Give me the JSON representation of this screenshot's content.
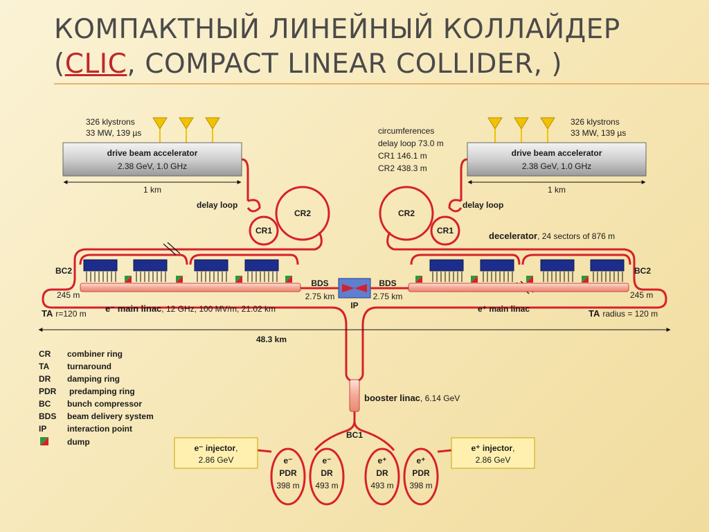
{
  "title": {
    "line1": "КОМПАКТНЫЙ ЛИНЕЙНЫЙ КОЛЛАЙДЕР",
    "line2_open": "(",
    "line2_accent": "CLIC",
    "line2_rest": ", COMPACT LINEAR COLLIDER, )"
  },
  "colors": {
    "accent": "#c0282a",
    "beamline": "#d6202a",
    "klystron": "#f2c200",
    "pets": "#1c2d8c",
    "ip_box": "#5f7fd0",
    "dump_green": "#2a9a3a",
    "injector_fill": "#fff0b0"
  },
  "drive_left": {
    "klystrons": "326 klystrons",
    "klystron_spec": "33 MW, 139 µs",
    "name": "drive beam accelerator",
    "spec": "2.38 GeV, 1.0 GHz",
    "length": "1 km"
  },
  "drive_right": {
    "klystrons": "326 klystrons",
    "klystron_spec": "33 MW, 139 µs",
    "name": "drive beam accelerator",
    "spec": "2.38 GeV, 1.0 GHz",
    "length": "1 km"
  },
  "circumferences": {
    "heading": "circumferences",
    "delay_loop": "delay loop 73.0 m",
    "cr1": "CR1 146.1 m",
    "cr2": "CR2 438.3 m"
  },
  "rings": {
    "delay_loop": "delay loop",
    "cr1": "CR1",
    "cr2": "CR2"
  },
  "decelerator": {
    "name": "decelerator",
    "detail": ", 24 sectors of 876 m"
  },
  "main_linac_left": {
    "name": "e⁻ main linac",
    "detail": ", 12 GHz, 100 MV/m, 21.02 km"
  },
  "main_linac_right": {
    "name": "e⁺ main linac"
  },
  "bds": {
    "label": "BDS",
    "length": "2.75 km",
    "ip": "IP"
  },
  "turnaround_left": {
    "bc2": "BC2",
    "length": "245 m",
    "ta": "TA",
    "radius": "r=120 m"
  },
  "turnaround_right": {
    "bc2": "BC2",
    "length": "245 m",
    "ta": "TA",
    "radius": "radius = 120 m"
  },
  "total_length": "48.3 km",
  "legend": [
    {
      "abbr": "CR",
      "meaning": "combiner ring"
    },
    {
      "abbr": "TA",
      "meaning": "turnaround"
    },
    {
      "abbr": "DR",
      "meaning": "damping ring"
    },
    {
      "abbr": "PDR",
      "meaning": "predamping ring"
    },
    {
      "abbr": "BC",
      "meaning": "bunch compressor"
    },
    {
      "abbr": "BDS",
      "meaning": "beam delivery system"
    },
    {
      "abbr": "IP",
      "meaning": "interaction point"
    },
    {
      "abbr": "",
      "meaning": "dump"
    }
  ],
  "booster": {
    "name": "booster linac",
    "detail": ", 6.14 GeV",
    "bc1": "BC1"
  },
  "injector_left": {
    "name": "e⁻ injector",
    "comma": ",",
    "energy": "2.86 GeV"
  },
  "injector_right": {
    "name": "e⁺ injector",
    "comma": ",",
    "energy": "2.86 GeV"
  },
  "damping_rings": [
    {
      "particle": "e⁻",
      "type": "PDR",
      "circ": "398 m"
    },
    {
      "particle": "e⁻",
      "type": "DR",
      "circ": "493 m"
    },
    {
      "particle": "e⁺",
      "type": "DR",
      "circ": "493 m"
    },
    {
      "particle": "e⁺",
      "type": "PDR",
      "circ": "398 m"
    }
  ]
}
